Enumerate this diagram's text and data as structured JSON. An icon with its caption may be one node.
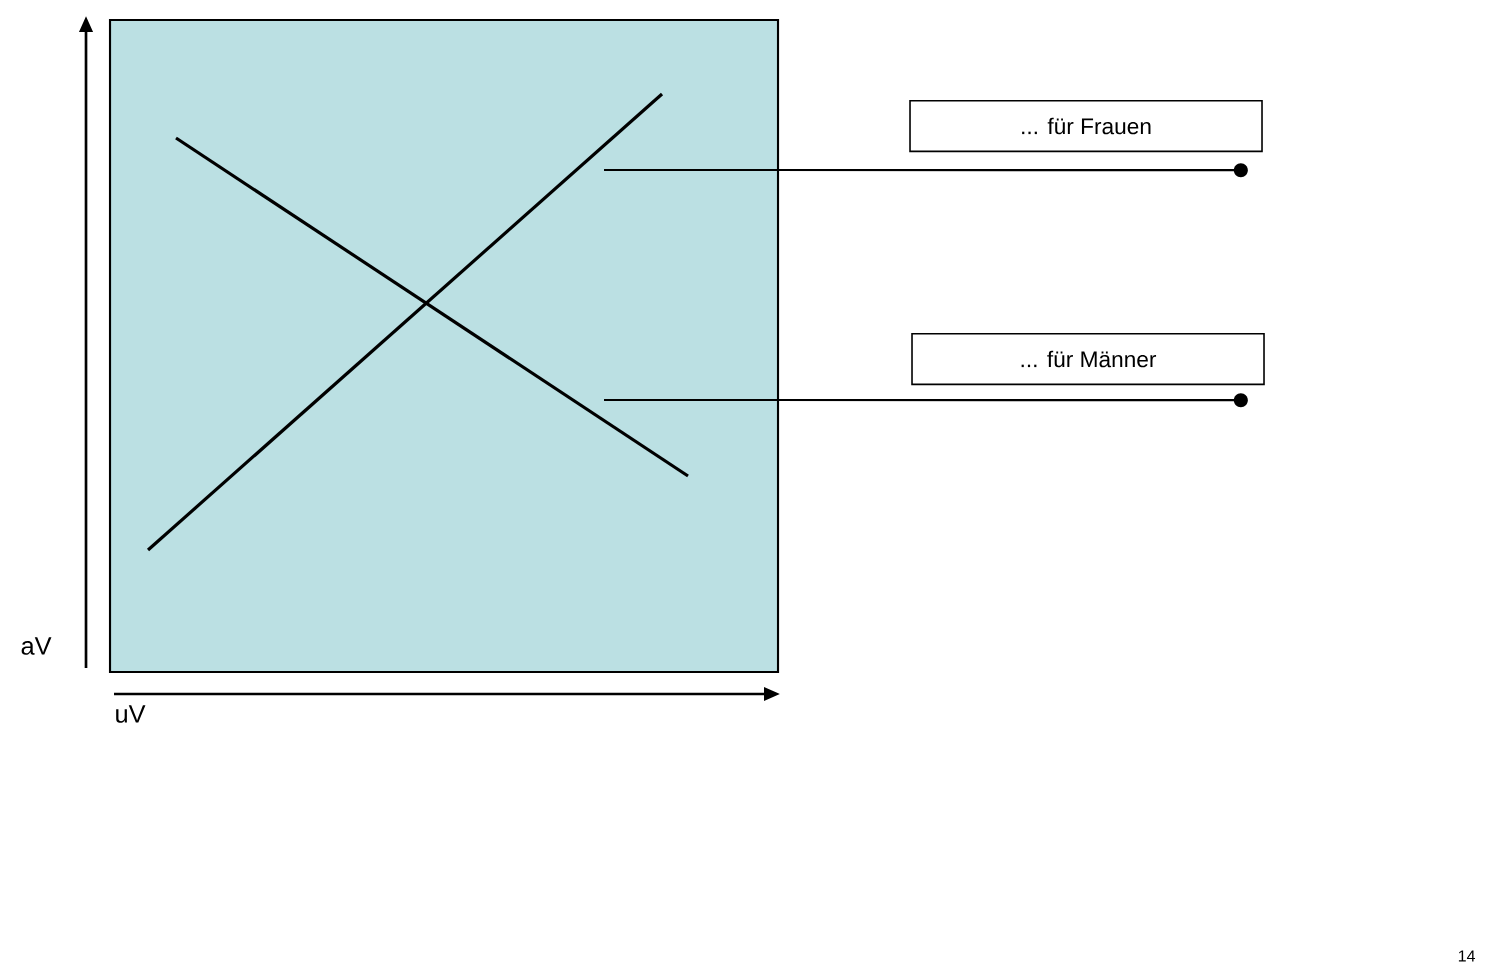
{
  "diagram": {
    "nodes": [
      {
        "text": [
          "... für Frauen"
        ]
      },
      {
        "text": [
          "... für Männer"
        ]
      }
    ],
    "edges": [
      {
        "from": 0,
        "to": null,
        "arrow": "other"
      },
      {
        "from": 1,
        "to": null,
        "arrow": "other"
      }
    ],
    "labels": [
      "aV",
      "uV",
      "14"
    ]
  }
}
